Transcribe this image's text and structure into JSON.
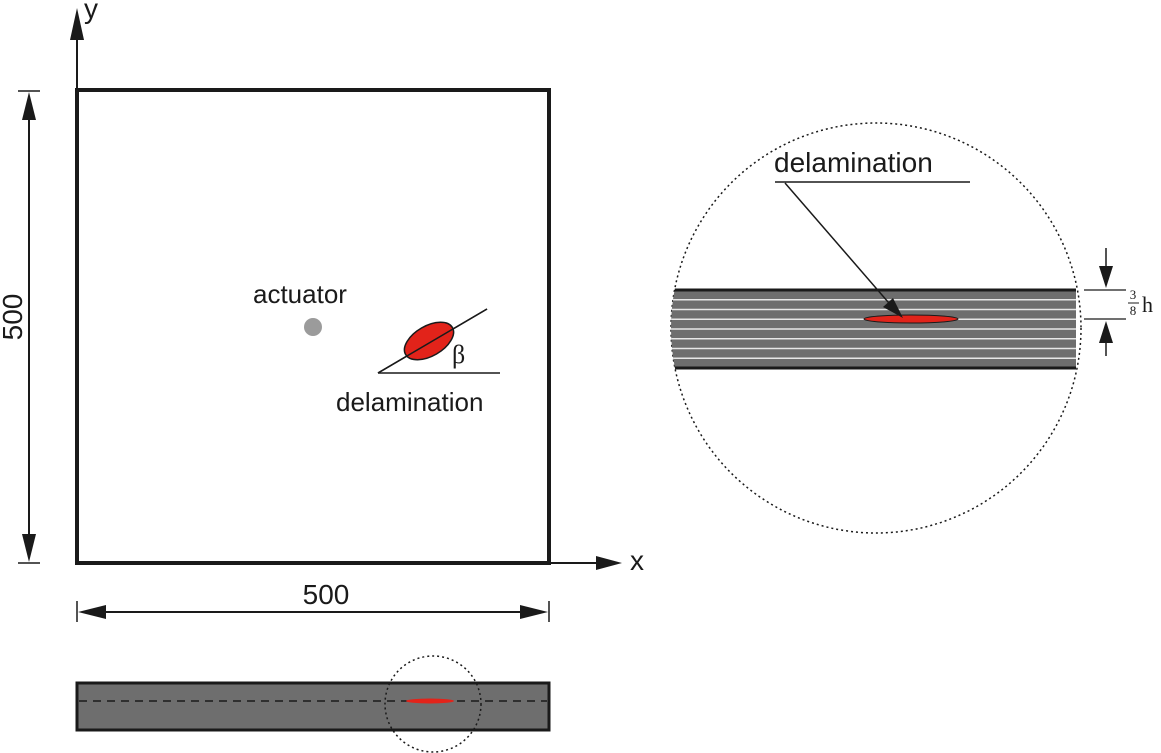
{
  "axes": {
    "y_label": "y",
    "x_label": "x"
  },
  "plate": {
    "height_label": "500",
    "width_label": "500",
    "actuator_label": "actuator",
    "delamination_label": "delamination",
    "angle_label": "β"
  },
  "detail": {
    "delamination_label": "delamination",
    "depth_fraction_numerator": "3",
    "depth_fraction_denominator": "8",
    "depth_unit": "h",
    "layer_count": 8
  },
  "colors": {
    "delamination": "#e2231a",
    "actuator": "#9b9b9b",
    "laminate": "#6e6e6e",
    "outline": "#1a1a1a"
  }
}
